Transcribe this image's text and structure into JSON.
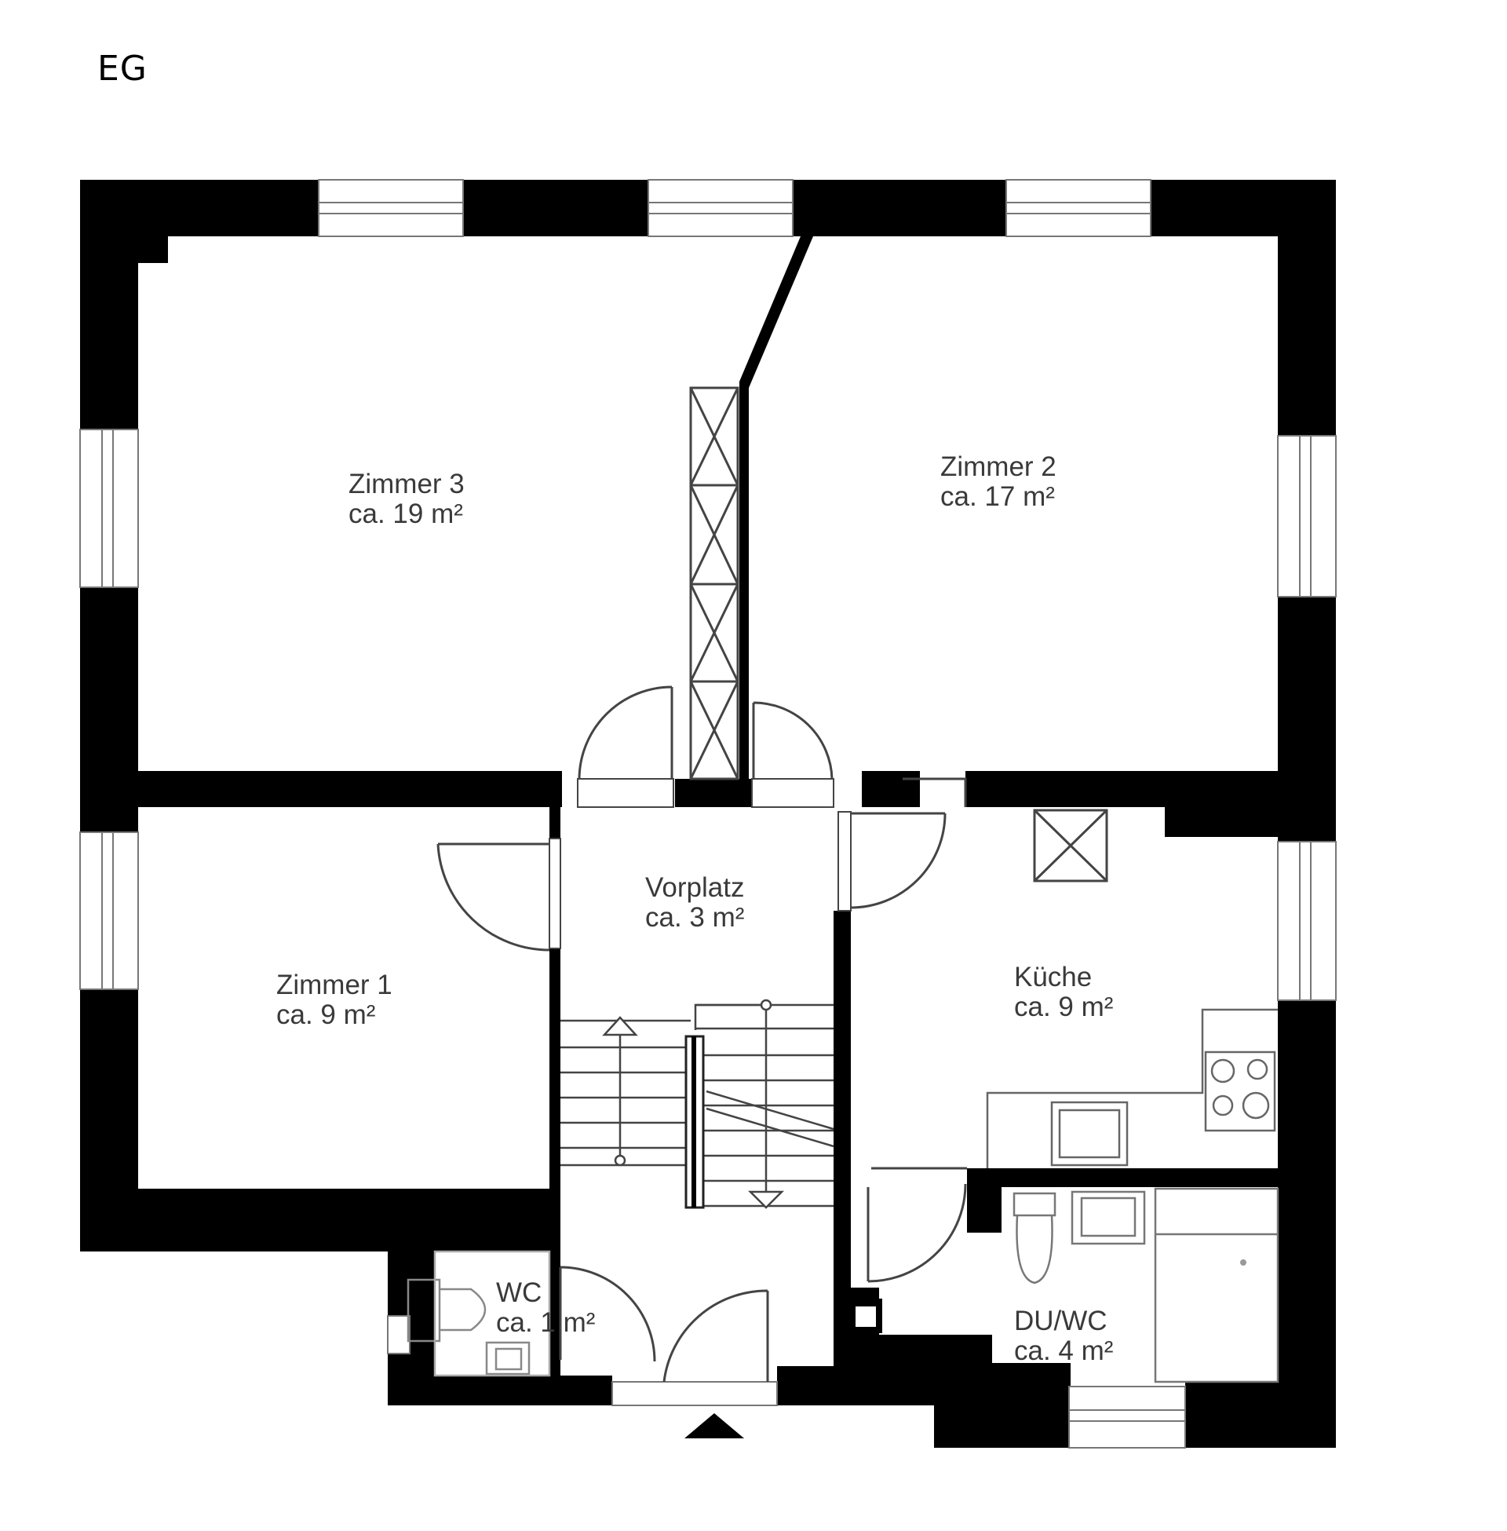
{
  "floor": {
    "label": "EG"
  },
  "colors": {
    "wall": "#000000",
    "line": "#555555",
    "background": "#ffffff"
  },
  "rooms": [
    {
      "id": "zimmer-3",
      "name": "Zimmer 3",
      "area": "ca. 19 m²"
    },
    {
      "id": "zimmer-2",
      "name": "Zimmer 2",
      "area": "ca. 17 m²"
    },
    {
      "id": "zimmer-1",
      "name": "Zimmer 1",
      "area": "ca. 9 m²"
    },
    {
      "id": "vorplatz",
      "name": "Vorplatz",
      "area": "ca. 3 m²"
    },
    {
      "id": "kueche",
      "name": "Küche",
      "area": "ca. 9 m²"
    },
    {
      "id": "wc",
      "name": "WC",
      "area": "ca. 1 m²"
    },
    {
      "id": "du-wc",
      "name": "DU/WC",
      "area": "ca. 4 m²"
    }
  ]
}
